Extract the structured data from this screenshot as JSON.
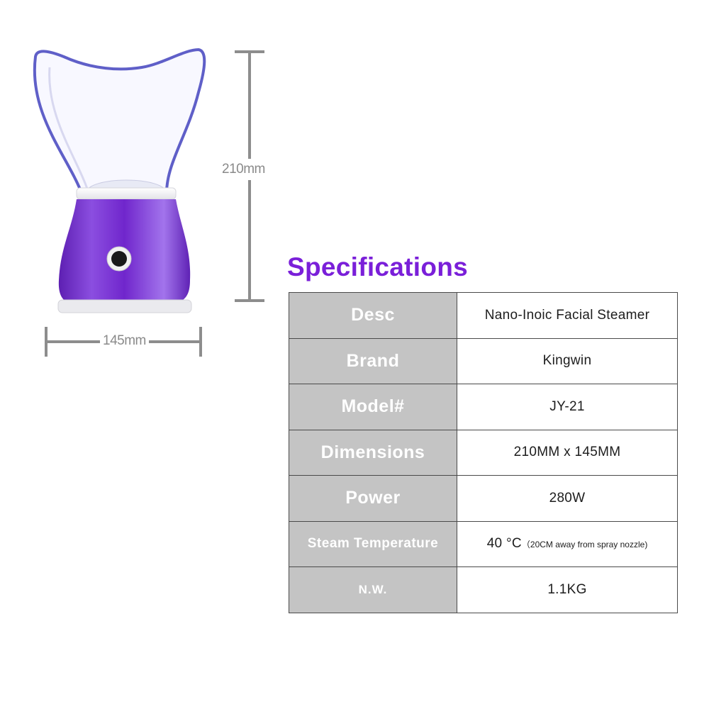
{
  "dimensions": {
    "height": "210mm",
    "width": "145mm"
  },
  "title": "Specifications",
  "specs": [
    {
      "key": "Desc",
      "value": "Nano-Inoic Facial Steamer"
    },
    {
      "key": "Brand",
      "value": "Kingwin"
    },
    {
      "key": "Model#",
      "value": "JY-21"
    },
    {
      "key": "Dimensions",
      "value": "210MM x 145MM"
    },
    {
      "key": "Power",
      "value": "280W"
    },
    {
      "key": "Steam Temperature",
      "value": "40 °C",
      "note": "（20CM away from spray nozzle)"
    },
    {
      "key": "N.W.",
      "value": "1.1KG"
    }
  ],
  "colors": {
    "title": "#7a1fd9",
    "product_body": "#7b2fd0",
    "key_cell": "#c4c4c4"
  }
}
